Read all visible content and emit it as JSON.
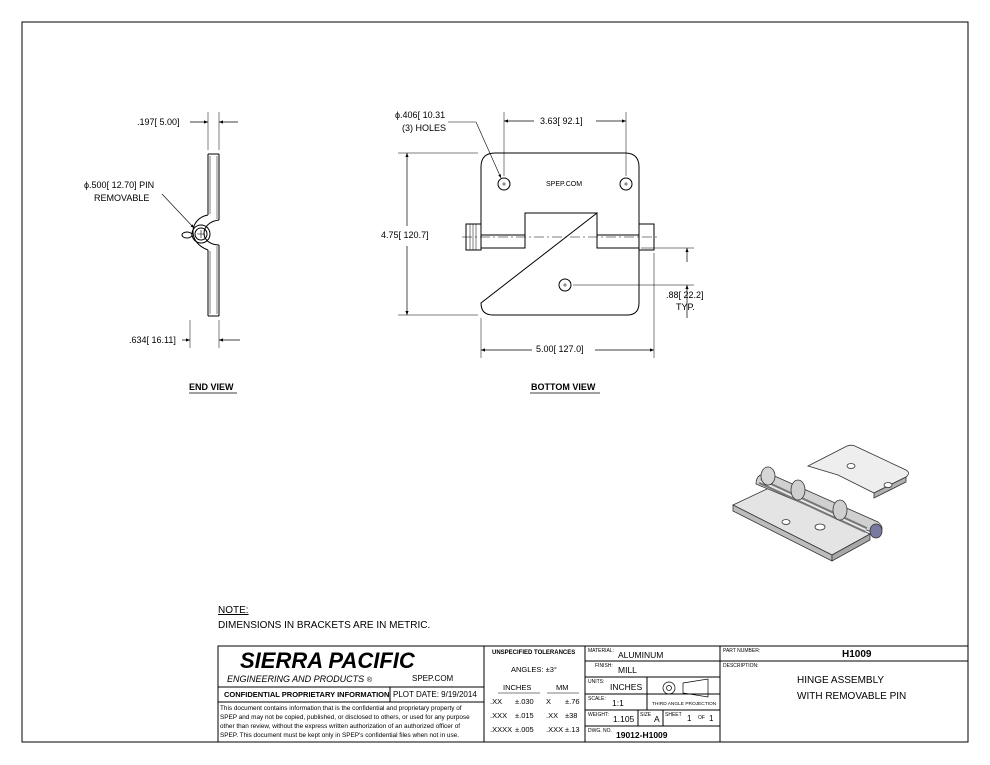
{
  "views": {
    "end_view": {
      "title": "END VIEW",
      "dim_thickness": ".197",
      "dim_thickness_mm": "5.00",
      "dim_pin_prefix": "ϕ.500",
      "dim_pin_mm": "12.70",
      "dim_pin_suffix": "PIN",
      "dim_pin_note": "REMOVABLE",
      "dim_depth": ".634",
      "dim_depth_mm": "16.11"
    },
    "bottom_view": {
      "title": "BOTTOM VIEW",
      "hole_prefix": "ϕ.406",
      "hole_mm": "10.31",
      "hole_note": "(3) HOLES",
      "dim_hole_spacing": "3.63",
      "dim_hole_spacing_mm": "92.1",
      "dim_height": "4.75",
      "dim_height_mm": "120.7",
      "dim_width": "5.00",
      "dim_width_mm": "127.0",
      "dim_hole_offset": ".88",
      "dim_hole_offset_mm": "22.2",
      "dim_hole_offset_note": "TYP.",
      "emboss": "SPEP.COM"
    }
  },
  "note": {
    "heading": "NOTE:",
    "text": "DIMENSIONS IN BRACKETS ARE IN METRIC."
  },
  "title_block": {
    "company_name": "SIERRA PACIFIC",
    "company_sub": "ENGINEERING AND PRODUCTS",
    "company_mark": "®",
    "website": "SPEP.COM",
    "confidential_title": "CONFIDENTIAL PROPRIETARY INFORMATION",
    "plot_date_label": "PLOT DATE:",
    "plot_date": "9/19/2014",
    "confidential_lines": [
      "This document contains information that is the confidential and proprietary property of",
      "SPEP and may not be copied, published, or disclosed to others, or used for any purpose",
      "other than review, without the express written authorization of an authorized officer of",
      "SPEP. This document must be kept only in SPEP's confidential files when not in use."
    ],
    "tolerances": {
      "title": "UNSPECIFIED TOLERANCES",
      "angles": "ANGLES: ±3°",
      "inches_header": "INCHES",
      "mm_header": "MM",
      "rows": [
        {
          "in_fmt": ".XX",
          "in_tol": "±.030",
          "mm_fmt": "X",
          "mm_tol": "±.76"
        },
        {
          "in_fmt": ".XXX",
          "in_tol": "±.015",
          "mm_fmt": ".XX",
          "mm_tol": "±38"
        },
        {
          "in_fmt": ".XXXX",
          "in_tol": "±.005",
          "mm_fmt": ".XXX",
          "mm_tol": "±.13"
        }
      ]
    },
    "material_label": "MATERIAL:",
    "material": "ALUMINUM",
    "finish_label": "FINISH:",
    "finish": "MILL",
    "units_label": "UNITS:",
    "units": "INCHES",
    "projection": "THIRD ANGLE PROJECTION",
    "scale_label": "SCALE:",
    "scale": "1:1",
    "weight_label": "WEIGHT:",
    "weight": "1.105",
    "size_label": "SIZE",
    "size": "A",
    "sheet_label": "SHEET",
    "sheet": "1",
    "of_label": "OF",
    "sheet_total": "1",
    "dwg_no_label": "DWG. NO.",
    "dwg_no": "19012-H1009",
    "part_number_label": "PART NUMBER:",
    "part_number": "H1009",
    "description_label": "DESCRIPTION:",
    "description_line1": "HINGE ASSEMBLY",
    "description_line2": "WITH REMOVABLE PIN"
  }
}
